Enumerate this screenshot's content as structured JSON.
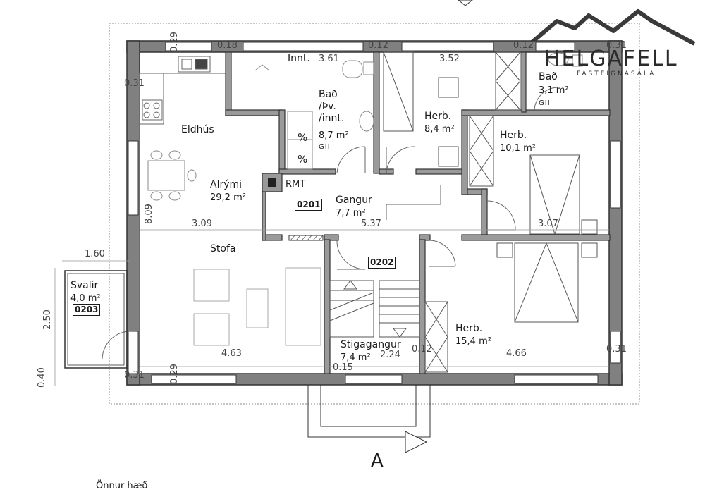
{
  "rooms": [
    {
      "name": "Eldhús",
      "area": ""
    },
    {
      "name": "Alrými",
      "area": "29,2 m²"
    },
    {
      "name": "Stofa",
      "area": ""
    },
    {
      "name": "Bað\n/Þv.\n/innt.",
      "area": "8,7 m²",
      "note": "GII"
    },
    {
      "name": "Herb.",
      "area": "8,4 m²"
    },
    {
      "name": "Herb.",
      "area": "10,1 m²"
    },
    {
      "name": "Bað",
      "area": "3,1 m²",
      "note": "GII"
    },
    {
      "name": "Gangur",
      "area": "7,7 m²"
    },
    {
      "name": "Herb.",
      "area": "15,4 m²"
    },
    {
      "name": "Stigagangur",
      "area": "7,4 m²"
    },
    {
      "name": "Svalir",
      "area": "4,0 m²"
    }
  ],
  "labels": {
    "innt": "Innt.",
    "rmt": "RMT",
    "section": "A",
    "floor": "Önnur hæð"
  },
  "tags": [
    "0201",
    "0202",
    "0203"
  ],
  "dimensions": {
    "top_018": "0.18",
    "top_361": "3.61",
    "top_012a": "0.12",
    "top_352": "3.52",
    "top_012b": "0.12",
    "top_031": "0.31",
    "left_031": "0.31",
    "left_029": "0.29",
    "h_309": "3.09",
    "h_537": "5.37",
    "h_307": "3.07",
    "v_809": "8.09",
    "svalir_160": "1.60",
    "svalir_250": "2.50",
    "svalir_040": "0.40",
    "b_463": "4.63",
    "b_224": "2.24",
    "b_466": "4.66",
    "b_031r": "0.31",
    "b_012": "0.12",
    "b_015": "0.15",
    "b_031l": "0.31",
    "b_029": "0.29"
  },
  "logo": {
    "name": "HELGAFELL",
    "sub": "FASTEIGNASALA"
  }
}
